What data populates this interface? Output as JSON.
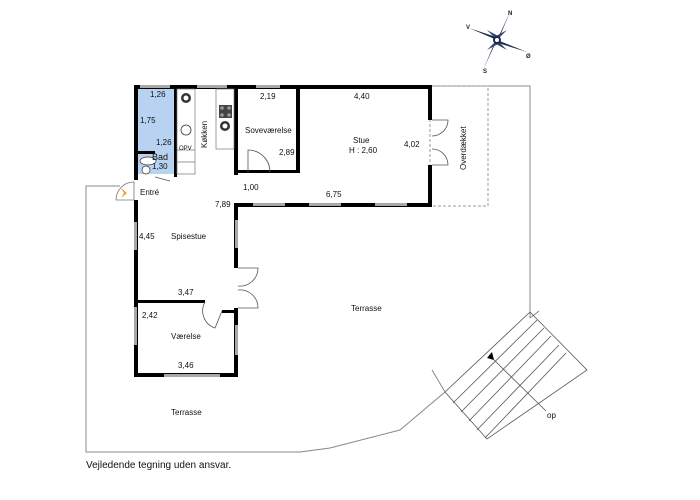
{
  "caption": "Vejledende tegning uden ansvar.",
  "compass": {
    "north": "N",
    "west": "V",
    "south": "S",
    "east": "Ø"
  },
  "rooms": {
    "bad": {
      "label": "Bad",
      "dims": [
        "1,26",
        "1,75",
        "1,26",
        "1,30"
      ]
    },
    "kokken": {
      "label": "Køkken",
      "appliance": "OPV"
    },
    "sovevaerelse": {
      "label": "Soveværelse",
      "width": "2,19",
      "depth": "2,89"
    },
    "stue": {
      "label": "Stue",
      "height": "H : 2,60",
      "width": "4,40",
      "depth": "4,02",
      "bottom": "6,75"
    },
    "overdaekket": {
      "label": "Overdækket"
    },
    "entre": {
      "label": "Entré",
      "dim": "1,00"
    },
    "spisestue": {
      "label": "Spisestue",
      "height_dim": "4,45",
      "width_dim": "3,47",
      "corner_dim": "7,89"
    },
    "vaerelse": {
      "label": "Værelse",
      "height_dim": "2,42",
      "width_dim": "3,46"
    }
  },
  "outdoor": {
    "terrasse_main": "Terrasse",
    "terrasse_bottom": "Terrasse",
    "stairs_label": "op"
  },
  "colors": {
    "wall": "#000000",
    "window": "#a0a0a0",
    "bathroom": "#b8d2f2",
    "entry_arrow": "#f0a020",
    "compass": "#1a2a50"
  }
}
